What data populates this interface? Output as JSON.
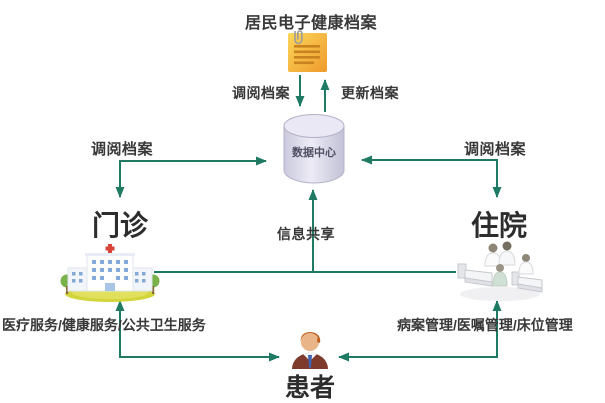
{
  "diagram": {
    "nodes": {
      "ehr": {
        "label": "居民电子健康档案",
        "icon": "document-icon"
      },
      "data_center": {
        "label": "数据中心",
        "icon": "database-cylinder-icon"
      },
      "outpatient": {
        "label": "门诊",
        "icon": "hospital-building-icon"
      },
      "inpatient": {
        "label": "住院",
        "icon": "hospital-ward-icon"
      },
      "patient": {
        "label": "患者",
        "icon": "patient-person-icon"
      }
    },
    "edge_labels": {
      "retrieve_archive_top": "调阅档案",
      "update_archive": "更新档案",
      "retrieve_archive_left": "调阅档案",
      "retrieve_archive_right": "调阅档案",
      "info_sharing": "信息共享",
      "outpatient_services": "医疗服务/健康服务/公共卫生服务",
      "inpatient_services": "病案管理/医嘱管理/床位管理"
    },
    "colors": {
      "line": "#1e7a63",
      "text": "#383838",
      "document_icon": "#f2a52f",
      "cylinder": "#dcdbe9",
      "patient_body": "#7e3a2a",
      "lawn": "#d3d53d"
    }
  }
}
